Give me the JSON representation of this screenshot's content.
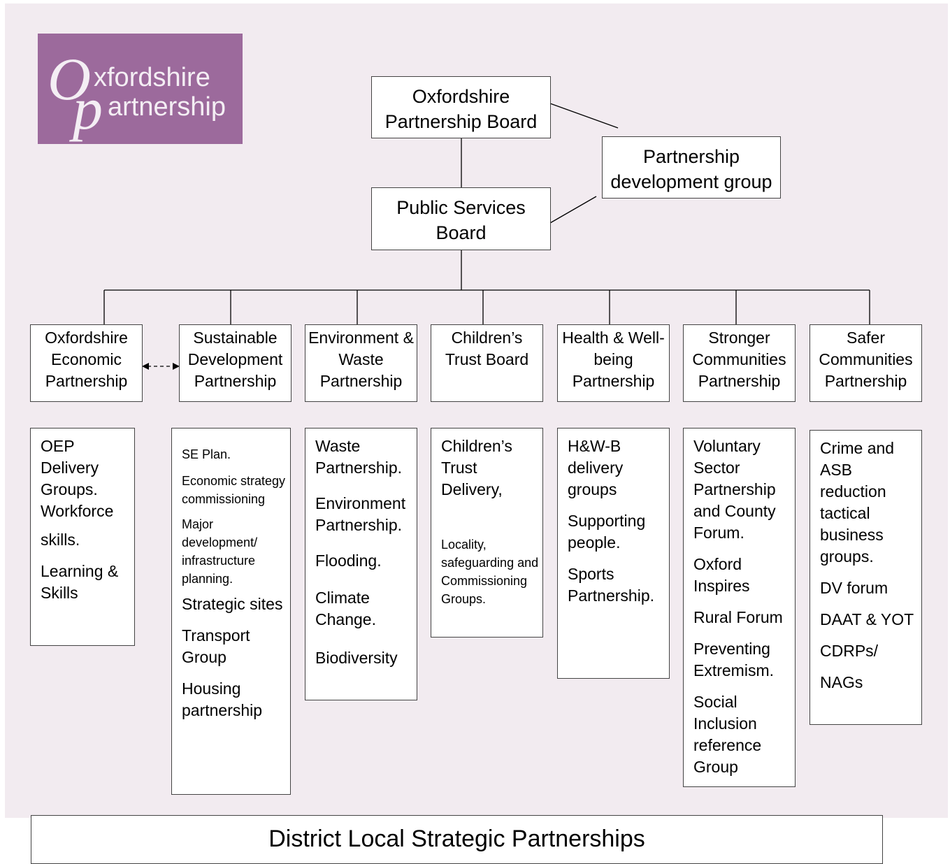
{
  "logo": {
    "initial_o": "O",
    "word_o": "xfordshire",
    "initial_p": "p",
    "word_p": "artnership"
  },
  "board": "Oxfordshire Partnership Board",
  "psb": "Public Services Board",
  "pdg": "Partnership development group",
  "partnerships": [
    {
      "title": "Oxfordshire Economic Partnership",
      "items": [
        "OEP Delivery Groups. Workforce",
        "skills.",
        "Learning & Skills"
      ]
    },
    {
      "title": "Sustainable Development Partnership",
      "items": [
        "SE Plan.",
        "Economic strategy commissioning",
        "Major development/ infrastructure planning.",
        "Strategic sites",
        "Transport Group",
        "Housing partnership"
      ]
    },
    {
      "title": "Environment & Waste Partnership",
      "items": [
        "Waste Partnership.",
        "Environment Partnership.",
        "Flooding.",
        "Climate Change.",
        "Biodiversity"
      ]
    },
    {
      "title": "Children’s Trust Board",
      "items": [
        "Children’s Trust Delivery,",
        "Locality, safeguarding and Commissioning Groups."
      ]
    },
    {
      "title": "Health & Well-being Partnership",
      "items": [
        "H&W-B delivery groups",
        "Supporting people.",
        "Sports Partnership."
      ]
    },
    {
      "title": "Stronger Communities Partnership",
      "items": [
        "Voluntary Sector Partnership and County Forum.",
        "Oxford Inspires",
        "Rural Forum",
        "Preventing Extremism.",
        "Social Inclusion reference Group"
      ]
    },
    {
      "title": "Safer Communities Partnership",
      "items": [
        "Crime and ASB reduction tactical business groups.",
        "DV forum",
        "DAAT & YOT",
        "CDRPs/",
        "NAGs"
      ]
    }
  ],
  "district": "District Local Strategic Partnerships"
}
